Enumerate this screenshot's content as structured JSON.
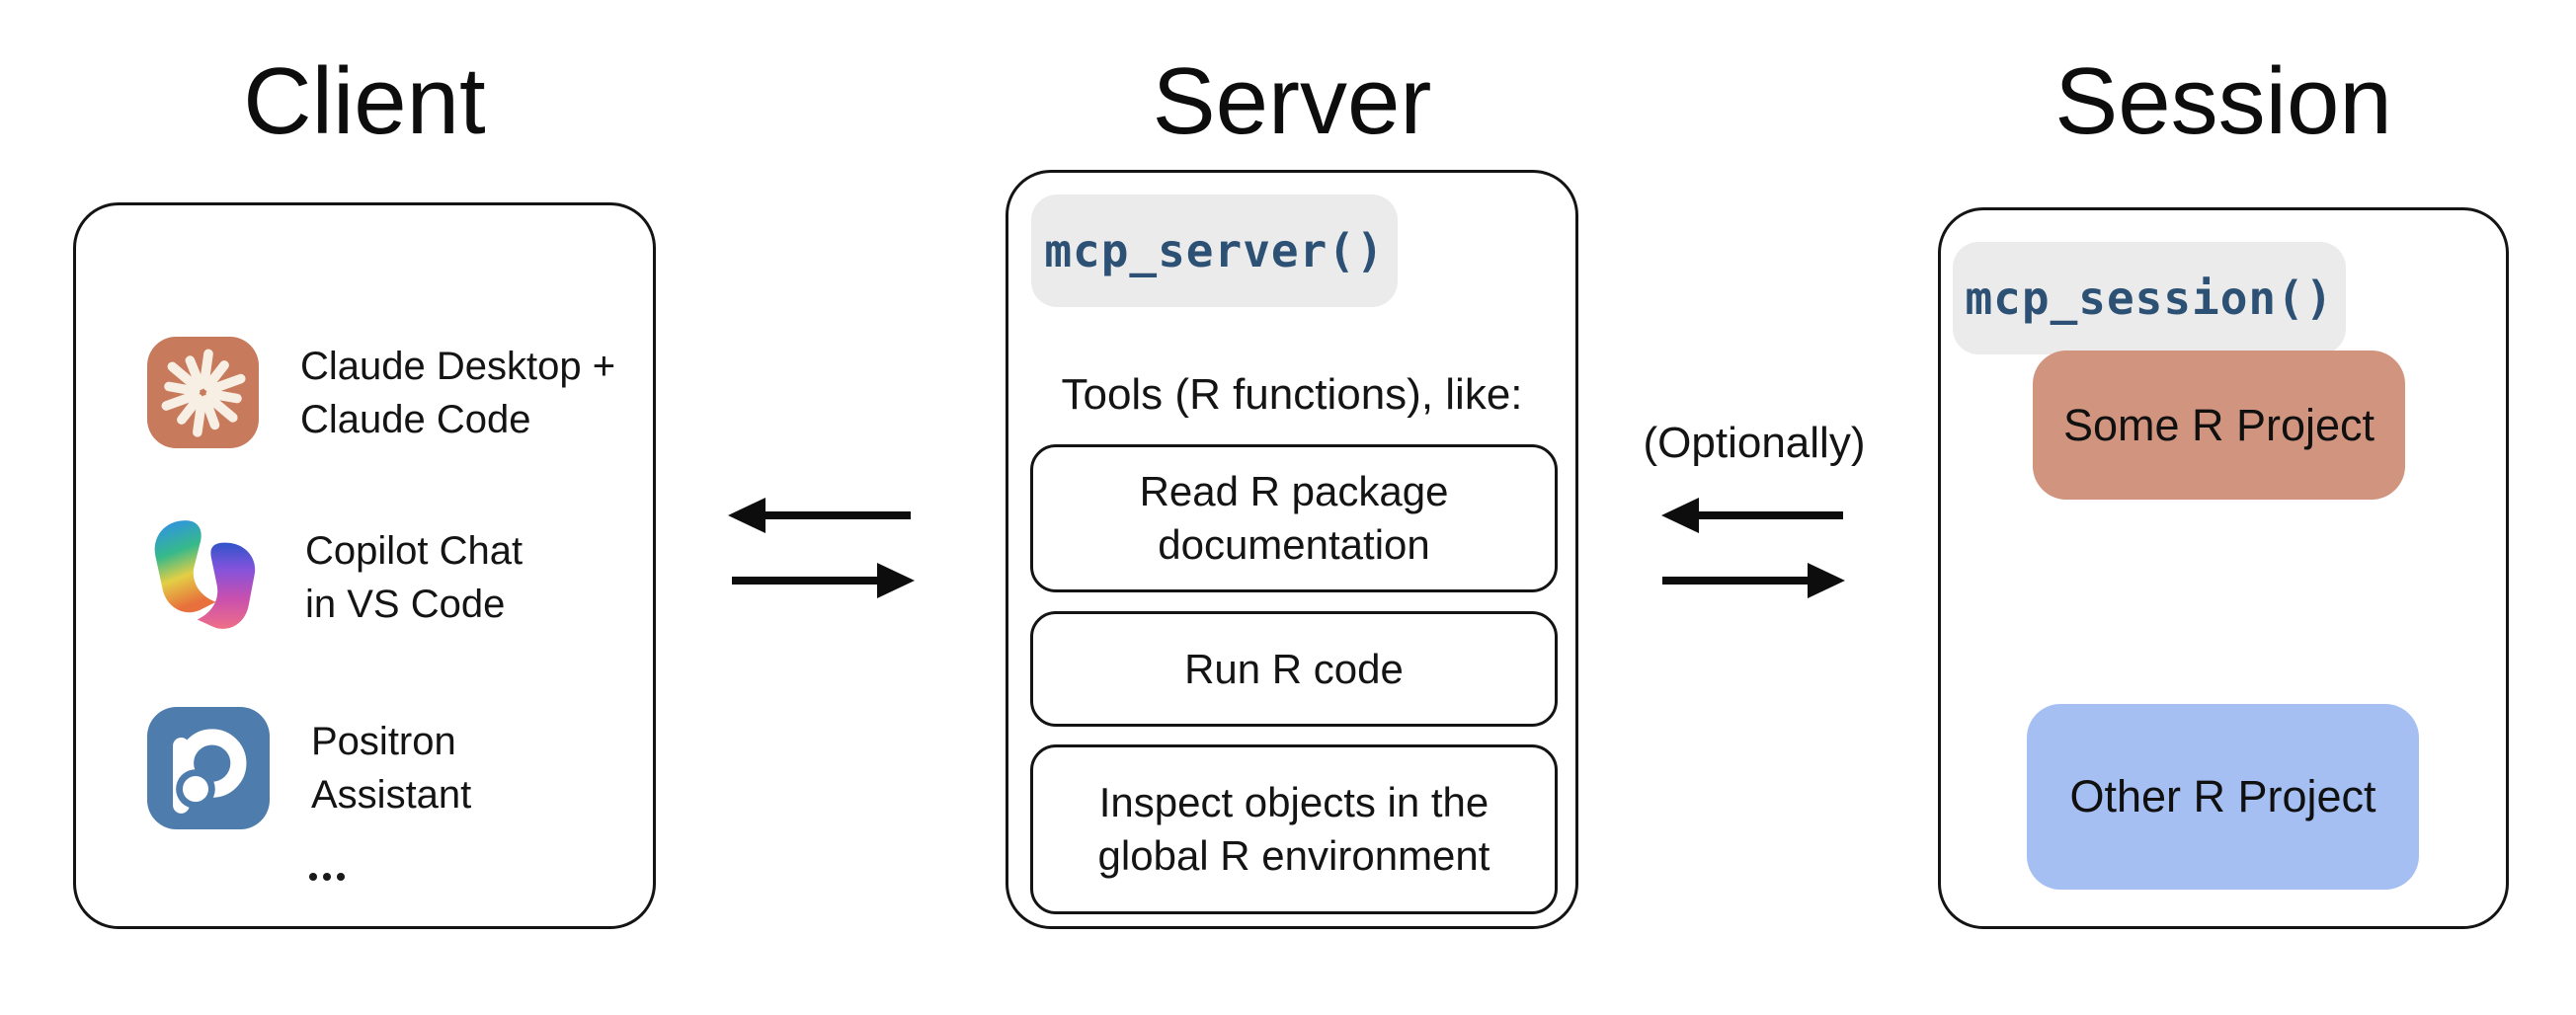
{
  "titles": {
    "client": "Client",
    "server": "Server",
    "session": "Session"
  },
  "client": {
    "items": [
      {
        "icon": "claude-icon",
        "label_lines": [
          "Claude Desktop +",
          "Claude Code"
        ]
      },
      {
        "icon": "copilot-icon",
        "label_lines": [
          "Copilot Chat",
          "in VS Code"
        ]
      },
      {
        "icon": "positron-icon",
        "label_lines": [
          "Positron",
          "Assistant"
        ]
      }
    ],
    "ellipsis": "..."
  },
  "server": {
    "code_chip": "mcp_server()",
    "tools_heading": "Tools (R functions), like:",
    "tools": [
      {
        "lines": [
          "Read R package",
          "documentation"
        ]
      },
      {
        "lines": [
          "Run R code",
          ""
        ]
      },
      {
        "lines": [
          "Inspect objects in the",
          "global R environment"
        ]
      }
    ]
  },
  "session": {
    "code_chip": "mcp_session()",
    "projects": [
      {
        "label": "Some R Project",
        "color": "#d0947f"
      },
      {
        "label": "Other R Project",
        "color": "#a6bff2"
      }
    ]
  },
  "connections": {
    "optional_label": "(Optionally)"
  },
  "colors": {
    "ink": "#141414",
    "chip_bg": "#ebebeb",
    "code_text": "#2d5175",
    "claude_bg": "#c87a5c",
    "claude_spark": "#f8efe4",
    "positron_bg": "#4e7dad",
    "some_project": "#d0947f",
    "other_project": "#a6bff2"
  }
}
